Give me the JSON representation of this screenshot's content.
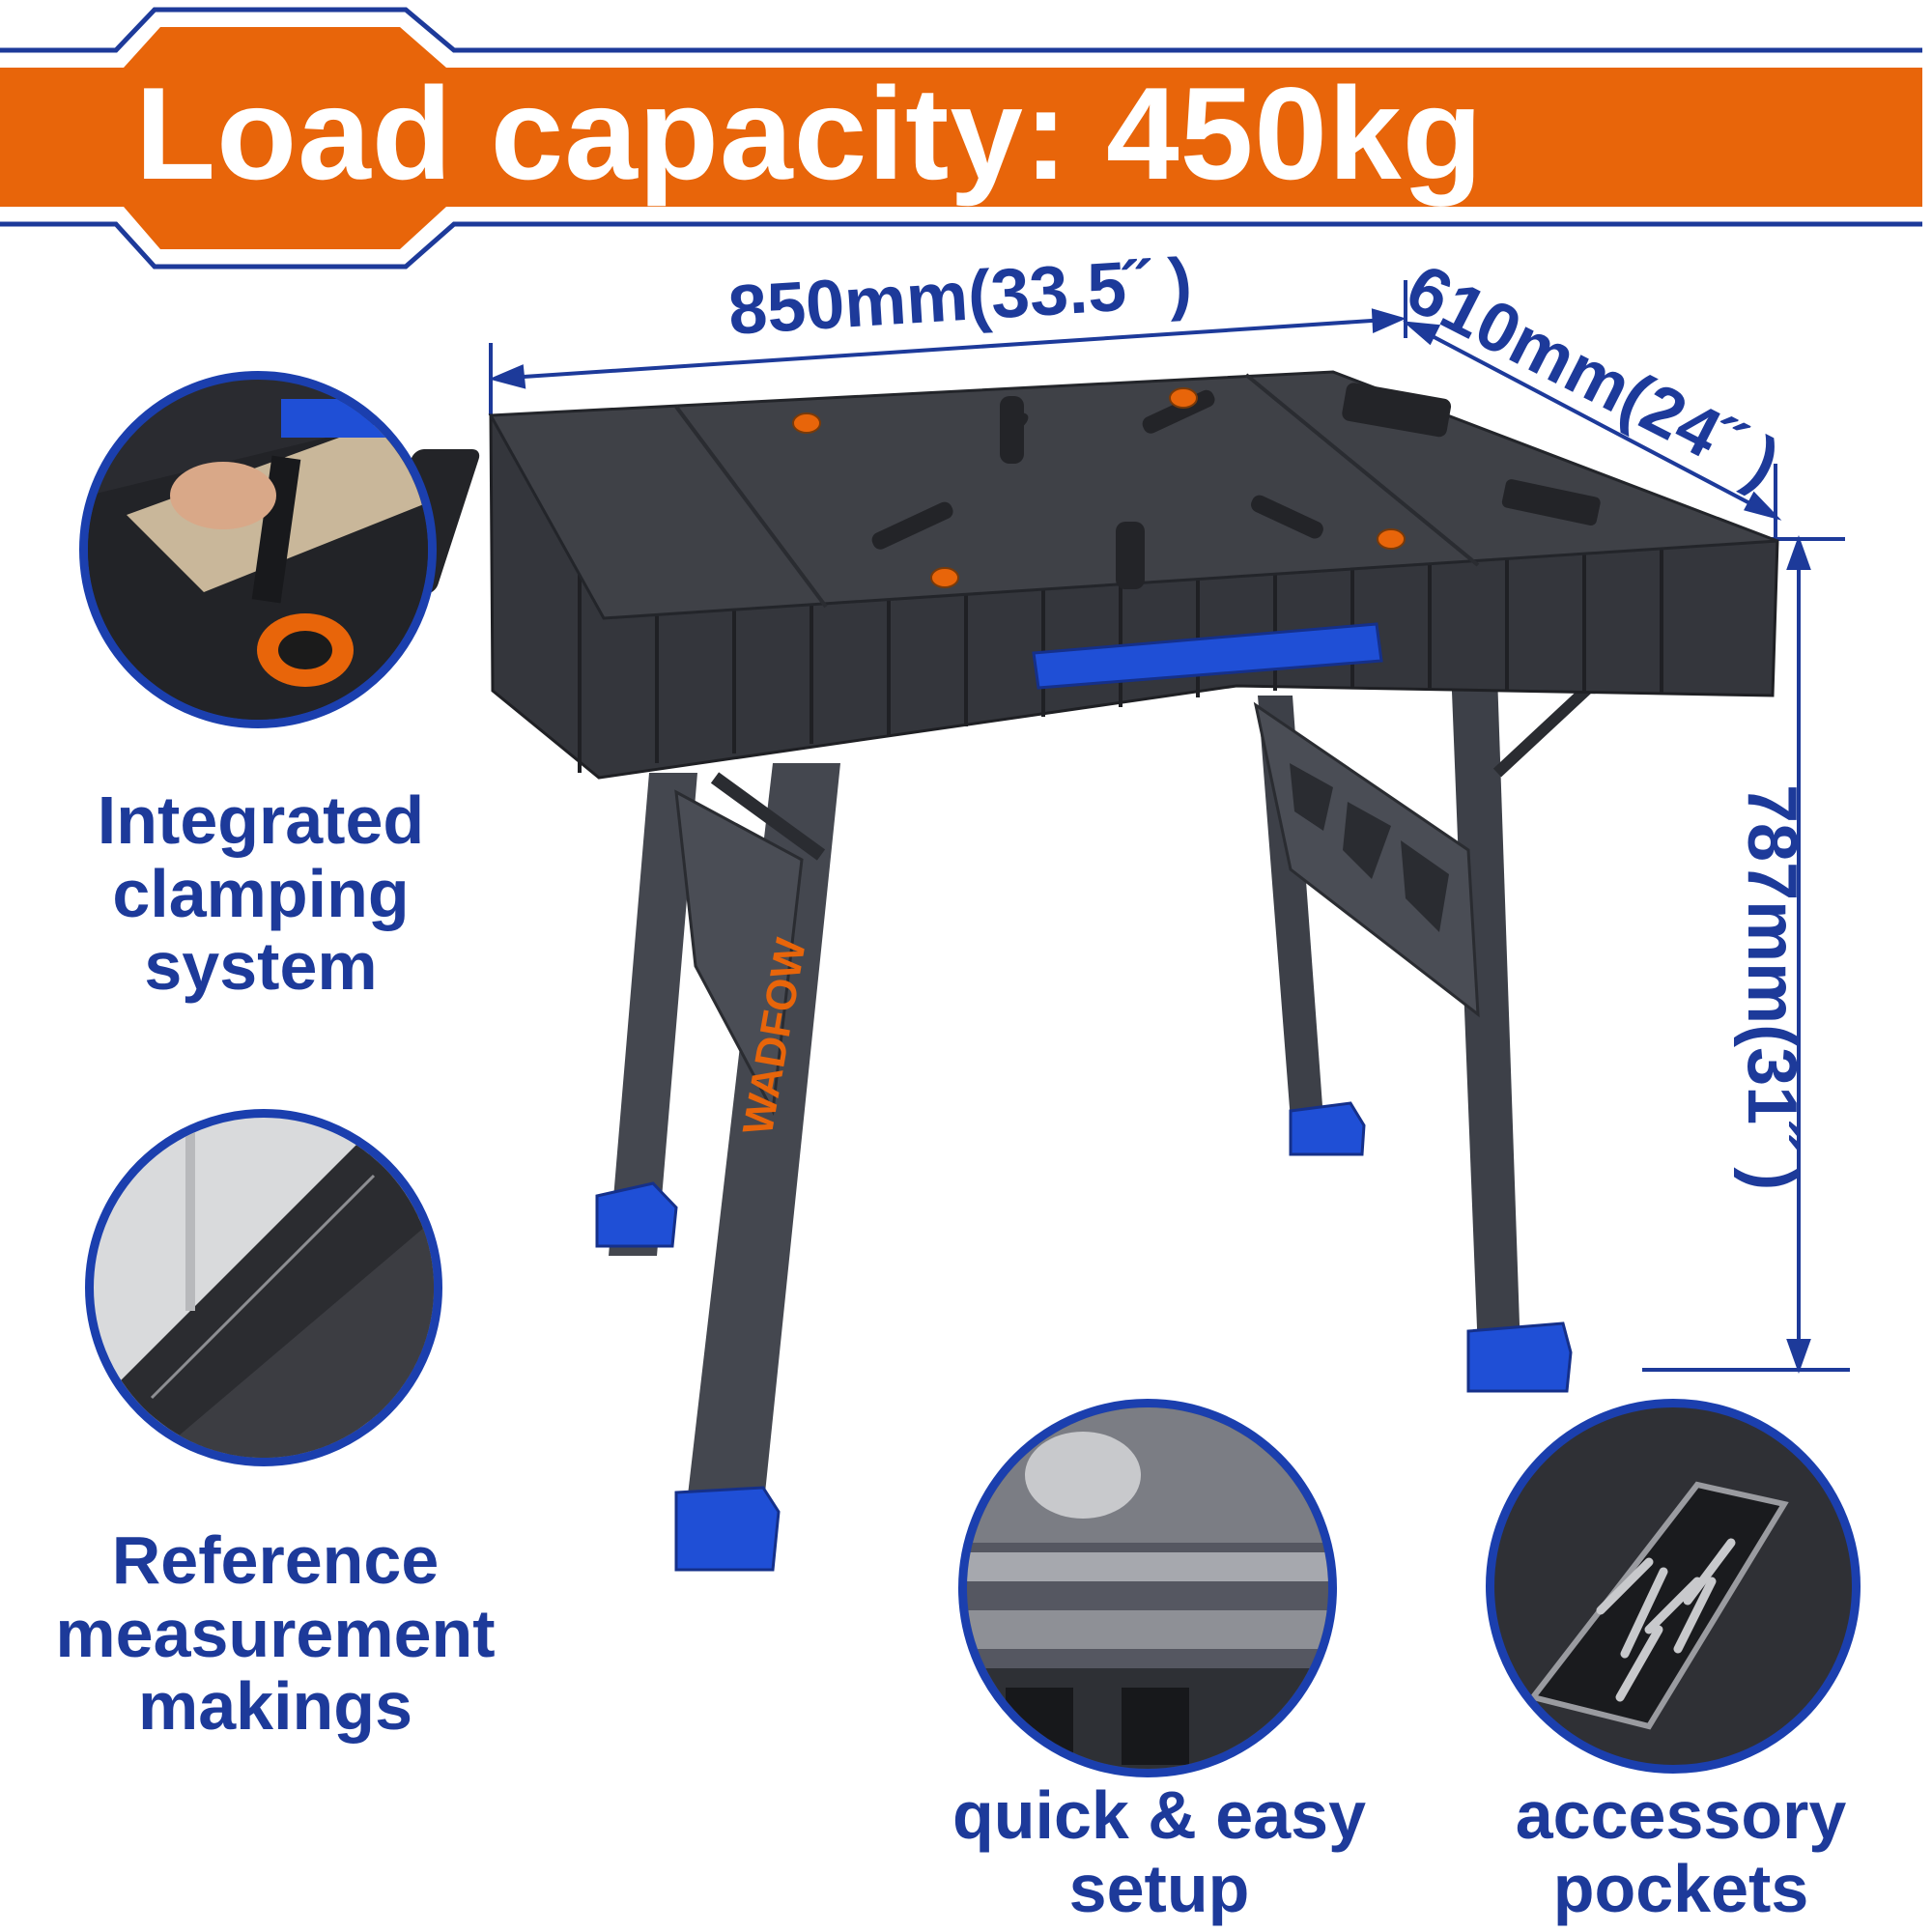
{
  "banner": {
    "text": "Load capacity: 450kg",
    "color": "#e8650a"
  },
  "dimensions": {
    "width": "850mm(33.5˝ )",
    "depth": "610mm(24˝ )",
    "height": "787mm(31˝ )"
  },
  "brand": {
    "name": "WADFOW"
  },
  "features": [
    {
      "lines": [
        "Integrated",
        "clamping",
        "system"
      ],
      "icon": "clamp-closeup-icon"
    },
    {
      "lines": [
        "Reference",
        "measurement",
        "makings"
      ],
      "icon": "ruler-closeup-icon"
    },
    {
      "lines": [
        "quick & easy",
        "setup"
      ],
      "icon": "folding-frame-closeup-icon"
    },
    {
      "lines": [
        "accessory",
        "pockets"
      ],
      "icon": "screws-pocket-closeup-icon"
    }
  ],
  "colors": {
    "blue": "#1d3a9a",
    "orange": "#e8650a",
    "black": "#2b2d31"
  }
}
